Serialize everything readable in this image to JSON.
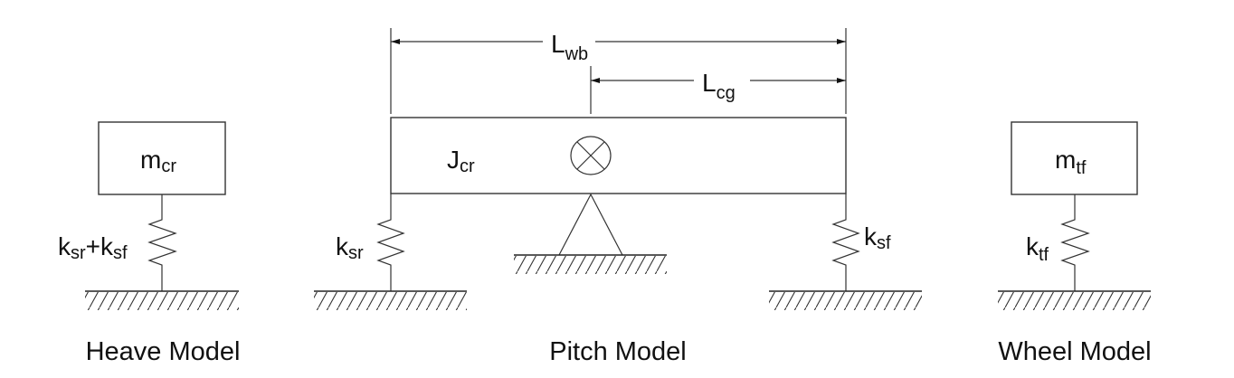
{
  "diagram": {
    "heave_model": {
      "caption": "Heave Model",
      "mass": {
        "base": "m",
        "sub": "cr"
      },
      "spring": {
        "k1": "k",
        "k1_sub": "sr",
        "plus": "+",
        "k2": "k",
        "k2_sub": "sf"
      }
    },
    "pitch_model": {
      "caption": "Pitch Model",
      "inertia": {
        "base": "J",
        "sub": "cr"
      },
      "dim_wheelbase": {
        "base": "L",
        "sub": "wb"
      },
      "dim_cg": {
        "base": "L",
        "sub": "cg"
      },
      "rear_spring": {
        "base": "k",
        "sub": "sr"
      },
      "front_spring": {
        "base": "k",
        "sub": "sf"
      },
      "cg_symbol": "center-of-gravity-symbol",
      "pivot": "triangle-pivot-support"
    },
    "wheel_model": {
      "caption": "Wheel Model",
      "mass": {
        "base": "m",
        "sub": "tf"
      },
      "spring": {
        "base": "k",
        "sub": "tf"
      }
    }
  }
}
